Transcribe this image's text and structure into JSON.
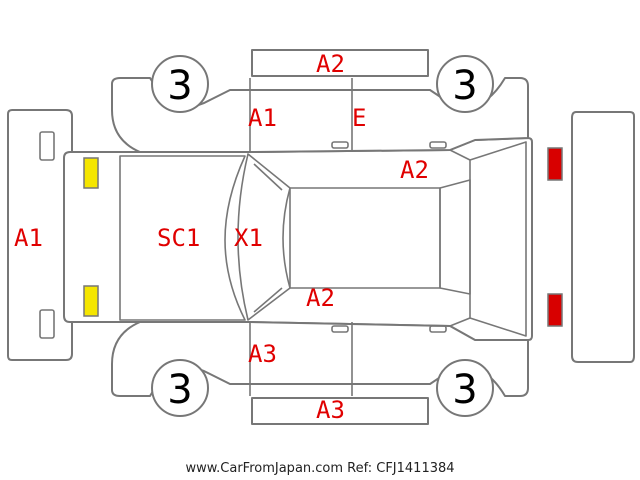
{
  "colors": {
    "outline": "#777777",
    "damage_code": "#e00000",
    "wheel_number": "#000000",
    "front_lamp": "#f5e600",
    "rear_lamp": "#d80000"
  },
  "damage_codes": {
    "front_bumper": "A1",
    "hood": "SC1",
    "windshield": "X1",
    "roof_top_edge": "A2",
    "roof_bottom_edge": "A2",
    "top_side_sill": "A2",
    "top_front_door": "A1",
    "top_rear_door": "E",
    "bottom_front_door": "A3",
    "bottom_side_sill": "A3"
  },
  "wheels": {
    "front_left": "3",
    "rear_left": "3",
    "front_right": "3",
    "rear_right": "3"
  },
  "footer": "www.CarFromJapan.com Ref: CFJ1411384"
}
